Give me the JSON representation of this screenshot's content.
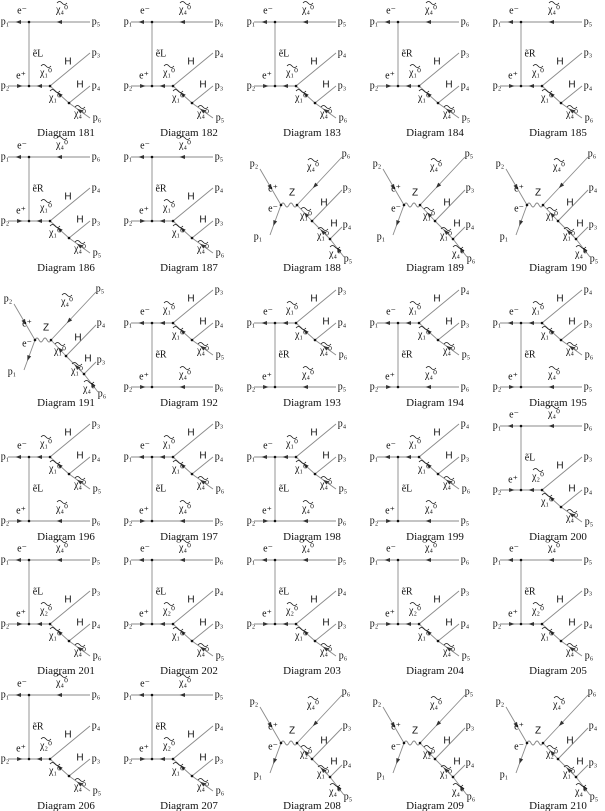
{
  "common": {
    "in1": "p₁",
    "in2": "p₂",
    "e_minus": "e⁻",
    "e_plus": "e⁺",
    "higgs": "H",
    "chi4": "χ₄⁰",
    "chi1": "χ₁⁰"
  },
  "diagrams": [
    {
      "caption": "Diagram 181",
      "spec": "p₅",
      "h1": "p₃",
      "h2": "p₄",
      "end": "p₆",
      "med": "ẽL",
      "chiA": "χ₁⁰"
    },
    {
      "caption": "Diagram 182",
      "spec": "p₆",
      "h1": "p₄",
      "h2": "p₃",
      "end": "p₅",
      "med": "ẽL",
      "chiA": "χ₁⁰"
    },
    {
      "caption": "Diagram 183",
      "spec": "p₅",
      "h1": "p₄",
      "h2": "p₃",
      "end": "p₆",
      "med": "ẽL",
      "chiA": "χ₁⁰"
    },
    {
      "caption": "Diagram 184",
      "spec": "p₆",
      "h1": "p₃",
      "h2": "p₄",
      "end": "p₅",
      "med": "ẽR",
      "chiA": "χ₁⁰"
    },
    {
      "caption": "Diagram 185",
      "spec": "p₅",
      "h1": "p₃",
      "h2": "p₄",
      "end": "p₆",
      "med": "ẽR",
      "chiA": "χ₁⁰"
    },
    {
      "caption": "Diagram 186",
      "spec": "p₆",
      "h1": "p₄",
      "h2": "p₃",
      "end": "p₅",
      "med": "ẽR",
      "chiA": "χ₁⁰"
    },
    {
      "caption": "Diagram 187",
      "spec": "p₅",
      "h1": "p₄",
      "h2": "p₃",
      "end": "p₆",
      "med": "ẽR",
      "chiA": "χ₁⁰"
    },
    {
      "caption": "Diagram 188",
      "spec": "p₆",
      "h1": "p₃",
      "h2": "p₄",
      "end": "p₅",
      "med": "Z",
      "chiA": "χ₁⁰"
    },
    {
      "caption": "Diagram 189",
      "spec": "p₅",
      "h1": "p₃",
      "h2": "p₄",
      "end": "p₆",
      "med": "Z",
      "chiA": "χ₁⁰"
    },
    {
      "caption": "Diagram 190",
      "spec": "p₆",
      "h1": "p₄",
      "h2": "p₃",
      "end": "p₅",
      "med": "Z",
      "chiA": "χ₁⁰"
    },
    {
      "caption": "Diagram 191",
      "spec": "p₅",
      "h1": "p₄",
      "h2": "p₃",
      "end": "p₆",
      "med": "Z",
      "chiA": "χ₁⁰"
    },
    {
      "caption": "Diagram 192",
      "spec": "p₆",
      "h1": "p₃",
      "h2": "p₄",
      "end": "p₅",
      "med": "ẽR",
      "chiA": "χ₁⁰"
    },
    {
      "caption": "Diagram 193",
      "spec": "p₅",
      "h1": "p₃",
      "h2": "p₄",
      "end": "p₆",
      "med": "ẽR",
      "chiA": "χ₁⁰"
    },
    {
      "caption": "Diagram 194",
      "spec": "p₆",
      "h1": "p₄",
      "h2": "p₃",
      "end": "p₅",
      "med": "ẽR",
      "chiA": "χ₁⁰"
    },
    {
      "caption": "Diagram 195",
      "spec": "p₅",
      "h1": "p₄",
      "h2": "p₃",
      "end": "p₆",
      "med": "ẽR",
      "chiA": "χ₁⁰"
    },
    {
      "caption": "Diagram 196",
      "spec": "p₆",
      "h1": "p₃",
      "h2": "p₄",
      "end": "p₅",
      "med": "ẽL",
      "chiA": "χ₁⁰"
    },
    {
      "caption": "Diagram 197",
      "spec": "p₅",
      "h1": "p₃",
      "h2": "p₄",
      "end": "p₆",
      "med": "ẽL",
      "chiA": "χ₁⁰"
    },
    {
      "caption": "Diagram 198",
      "spec": "p₆",
      "h1": "p₄",
      "h2": "p₃",
      "end": "p₅",
      "med": "ẽL",
      "chiA": "χ₁⁰"
    },
    {
      "caption": "Diagram 199",
      "spec": "p₅",
      "h1": "p₄",
      "h2": "p₃",
      "end": "p₆",
      "med": "ẽL",
      "chiA": "χ₁⁰"
    },
    {
      "caption": "Diagram 200",
      "spec": "p₆",
      "h1": "p₃",
      "h2": "p₄",
      "end": "p₅",
      "med": "ẽL",
      "chiA": "χ₂⁰"
    },
    {
      "caption": "Diagram 201",
      "spec": "p₅",
      "h1": "p₃",
      "h2": "p₄",
      "end": "p₆",
      "med": "ẽL",
      "chiA": "χ₂⁰"
    },
    {
      "caption": "Diagram 202",
      "spec": "p₆",
      "h1": "p₄",
      "h2": "p₃",
      "end": "p₅",
      "med": "ẽL",
      "chiA": "χ₂⁰"
    },
    {
      "caption": "Diagram 203",
      "spec": "p₅",
      "h1": "p₄",
      "h2": "p₃",
      "end": "p₆",
      "med": "ẽL",
      "chiA": "χ₂⁰"
    },
    {
      "caption": "Diagram 204",
      "spec": "p₆",
      "h1": "p₃",
      "h2": "p₄",
      "end": "p₅",
      "med": "ẽR",
      "chiA": "χ₂⁰"
    },
    {
      "caption": "Diagram 205",
      "spec": "p₅",
      "h1": "p₃",
      "h2": "p₄",
      "end": "p₆",
      "med": "ẽR",
      "chiA": "χ₂⁰"
    },
    {
      "caption": "Diagram 206",
      "spec": "p₆",
      "h1": "p₄",
      "h2": "p₃",
      "end": "p₅",
      "med": "ẽR",
      "chiA": "χ₂⁰"
    },
    {
      "caption": "Diagram 207",
      "spec": "p₅",
      "h1": "p₄",
      "h2": "p₃",
      "end": "p₆",
      "med": "ẽR",
      "chiA": "χ₂⁰"
    },
    {
      "caption": "Diagram 208",
      "spec": "p₆",
      "h1": "p₃",
      "h2": "p₄",
      "end": "p₅",
      "med": "Z",
      "chiA": "χ₂⁰"
    },
    {
      "caption": "Diagram 209",
      "spec": "p₅",
      "h1": "p₃",
      "h2": "p₄",
      "end": "p₆",
      "med": "Z",
      "chiA": "χ₂⁰"
    },
    {
      "caption": "Diagram 210",
      "spec": "p₆",
      "h1": "p₄",
      "h2": "p₃",
      "end": "p₅",
      "med": "Z",
      "chiA": "χ₂⁰"
    }
  ]
}
